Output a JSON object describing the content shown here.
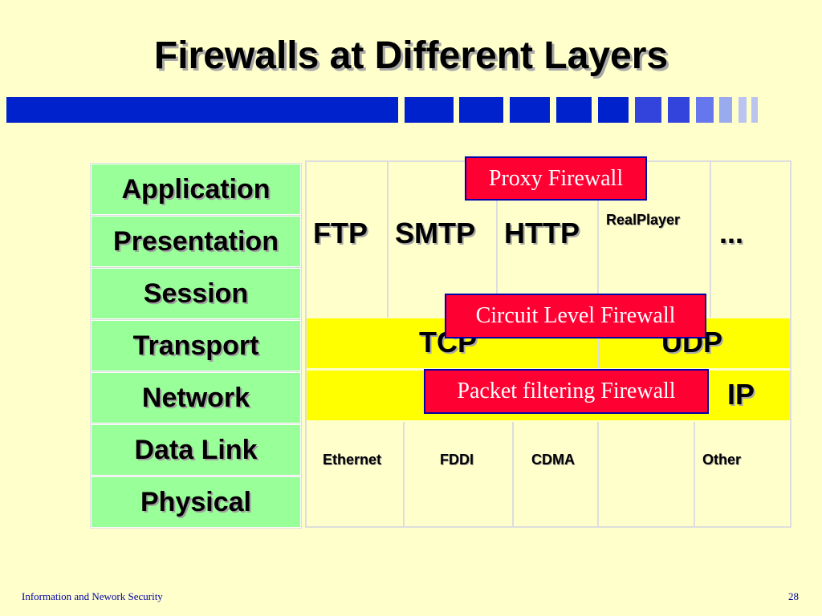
{
  "slide": {
    "title": "Firewalls at Different Layers",
    "footer_left": "Information and  Nework Security",
    "page_number": "28"
  },
  "osi_layers": [
    "Application",
    "Presentation",
    "Session",
    "Transport",
    "Network",
    "Data Link",
    "Physical"
  ],
  "protocols": {
    "application": [
      "FTP",
      "SMTP",
      "HTTP",
      "RealPlayer",
      "..."
    ],
    "transport": [
      "TCP",
      "UDP"
    ],
    "network": [
      "IP"
    ],
    "data_link": [
      "Ethernet",
      "FDDI",
      "CDMA",
      "Other"
    ]
  },
  "firewalls": {
    "proxy": "Proxy Firewall",
    "circuit": "Circuit Level Firewall",
    "packet": "Packet filtering Firewall"
  },
  "colors": {
    "background": "#ffffcc",
    "layer_fill": "#99ff99",
    "transport_network_fill": "#ffff00",
    "firewall_fill": "#ff0033",
    "title_bar": "#0022cc"
  }
}
